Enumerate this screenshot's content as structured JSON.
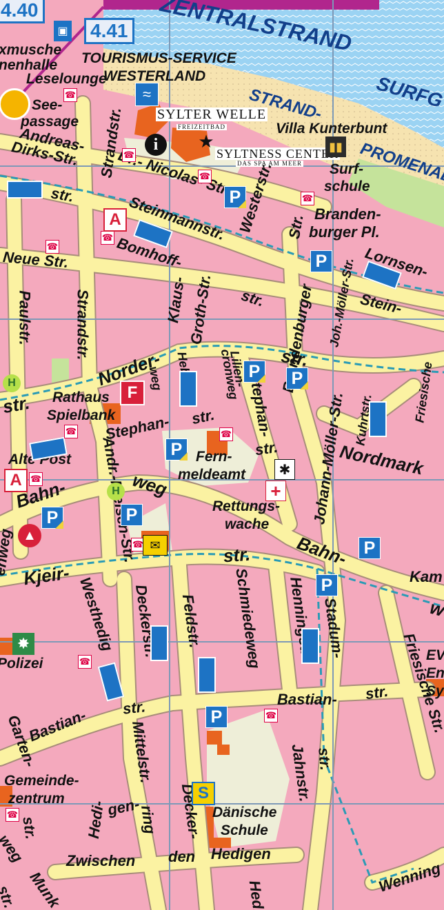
{
  "colors": {
    "sea": "#9bd3f3",
    "beach": "#f6e3b0",
    "block": "#f4a9bd",
    "road": "#fbf2a2",
    "road_edge": "#a88d7a",
    "green": "#c5e39b",
    "orange": "#e8641f",
    "parking": "#1d73c4",
    "banner": "#b1268d"
  },
  "grid_refs": [
    "4.40",
    "4.41"
  ],
  "sea_labels": [
    "ZENTRALSTRAND",
    "SURFG"
  ],
  "beach_labels": [
    "STRAND-",
    "PROMENAD"
  ],
  "pois": {
    "tourismus_1": "TOURISMUS-SERVICE",
    "tourismus_2": "WESTERLAND",
    "leselounge": "Leselounge",
    "muschel_1": "xmusche",
    "muschel_2": "nenhalle",
    "see_1": "See-",
    "see_2": "passage",
    "sylter_welle": "SYLTER WELLE",
    "freizeitbad": "FREIZEITBAD",
    "villa": "Villa Kunterbunt",
    "syltness": "SYLTNESS CENTER",
    "syltness_sub": "DAS SPA AM MEER",
    "surf_1": "Surf-",
    "surf_2": "schule",
    "rathaus_1": "Rathaus",
    "rathaus_2": "Spielbank",
    "alte_post": "Alte Post",
    "fern_1": "Fern-",
    "fern_2": "meldeamt",
    "rettung_1": "Rettungs-",
    "rettung_2": "wache",
    "polizei": "Polizei",
    "gemeinde_1": "Gemeinde-",
    "gemeinde_2": "zentrum",
    "daenische_1": "Dänische",
    "daenische_2": "Schule",
    "ev_1": "EV",
    "ev_2": "En",
    "ev_3": "Sy"
  },
  "streets": {
    "andreas_1": "Andreas-",
    "andreas_2": "Dirks-Str.",
    "str_a": "str.",
    "strandstr_top": "Strandstr.",
    "nicolas": "Dr.- Nicolas- Str.",
    "westerstr": "Westerstr.",
    "str_b": "Str.",
    "brandenburger_pl_1": "Branden-",
    "brandenburger_pl_2": "burger Pl.",
    "steinmannstr": "Steinmannstr.",
    "bomhoff": "Bomhoff-",
    "neue_str": "Neue Str.",
    "lornsen": "Lornsen-",
    "stein": "Stein-",
    "paulstr": "Paulstr.",
    "strandstr": "Strandstr.",
    "klaus": "Klaus-",
    "groth": "Groth-Str.",
    "str_c": "str.",
    "brandenburger": "Brandenburger",
    "joh_moeller": "Joh.-Möller-Str.",
    "norder": "Norder-",
    "str_d": "str.",
    "str_e": "str.",
    "hebbel": "Hebbel-",
    "weg_a": "weg",
    "lilien": "Lilien-",
    "cronweg": "cronweg",
    "stephan_a": "Stephan-",
    "stephan_b": "Stephan-",
    "str_f": "str.",
    "str_g": "str.",
    "kuhrtstr": "Kuhrtstr.",
    "friesische_a": "Friesische",
    "johann_moeller": "Johann-Möller-Str.",
    "nordmark": "Nordmark",
    "andr_nielsen": "Andr.-Nielsen-Str.",
    "bahn_a": "Bahn-",
    "weg_b": "weg",
    "bahn_b": "Bahn-",
    "kjeir": "Kjeir-",
    "str_h": "str.",
    "kam": "Kam",
    "w": "w",
    "enweg": "enweg",
    "westhedig": "Westhedig",
    "deckerstr": "Deckerstr.",
    "feldstr": "Feldstr.",
    "schmiedeweg": "Schmiedeweg",
    "henningstr": "Henningstr.",
    "stadum": "Stadum-",
    "friesische_b": "Friesische Str.",
    "str_i": "str.",
    "bastian_a": "Bastian-",
    "str_j": "str.",
    "bastian_b": "Bastian-",
    "str_k": "str.",
    "garten": "Garten-",
    "mittelstr": "Mittelstr.",
    "jahnstr": "Jahnstr.",
    "str_l": "str.",
    "decker": "Decker-",
    "hedi": "Hedi-",
    "gen": "gen-",
    "ring": "ring",
    "str_m": "str.",
    "weg_c": "weg",
    "zwischen": "Zwischen",
    "den": "den",
    "hedigen": "Hedigen",
    "munk": "Munk",
    "wenning": "Wenning",
    "heid": "Hedi",
    "str_n": "str."
  },
  "icons": [
    "parking-icon",
    "one-way-arrow-icon",
    "phone-icon",
    "pharmacy-icon",
    "info-icon",
    "post-icon",
    "hospital-icon",
    "school-icon",
    "fire-station-icon",
    "police-icon",
    "bus-stop-icon",
    "toilet-icon",
    "playground-icon",
    "wave-icon",
    "monument-icon",
    "warning-icon",
    "sun-icon"
  ]
}
